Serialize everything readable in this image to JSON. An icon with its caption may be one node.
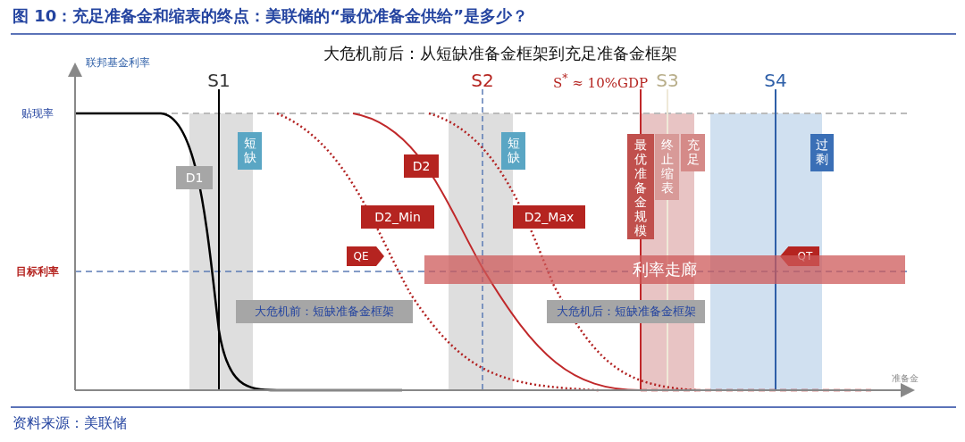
{
  "diagram": {
    "title": "图 10：充足准备金和缩表的终点：美联储的“最优准备金供给”是多少？",
    "caption": "资料来源：美联储",
    "nodes": [
      {
        "text": [
          "D1"
        ]
      },
      {
        "text": [
          "短缺"
        ]
      },
      {
        "text": [
          "D2"
        ]
      },
      {
        "text": [
          "D2_Min"
        ]
      },
      {
        "text": [
          "D2_Max"
        ]
      },
      {
        "text": [
          "短缺"
        ]
      },
      {
        "text": [
          "最优准备金规模"
        ]
      },
      {
        "text": [
          "终止缩表"
        ]
      },
      {
        "text": [
          "充足"
        ]
      },
      {
        "text": [
          "过剩"
        ]
      },
      {
        "text": [
          "QE"
        ]
      },
      {
        "text": [
          "QT"
        ]
      },
      {
        "text": [
          "利率走廊"
        ]
      },
      {
        "text": [
          "大危机前：短缺准备金框架"
        ]
      },
      {
        "text": [
          "大危机后：短缺准备金框架"
        ]
      }
    ],
    "labels": [
      "大危机前后：从短缺准备金框架到充足准备金框架",
      "联邦基金利率",
      "S1",
      "S2",
      "S$^{*}$ ≈ 10%GDP",
      "S3",
      "S4",
      "贴现率",
      "目标利率",
      "准备金"
    ]
  }
}
